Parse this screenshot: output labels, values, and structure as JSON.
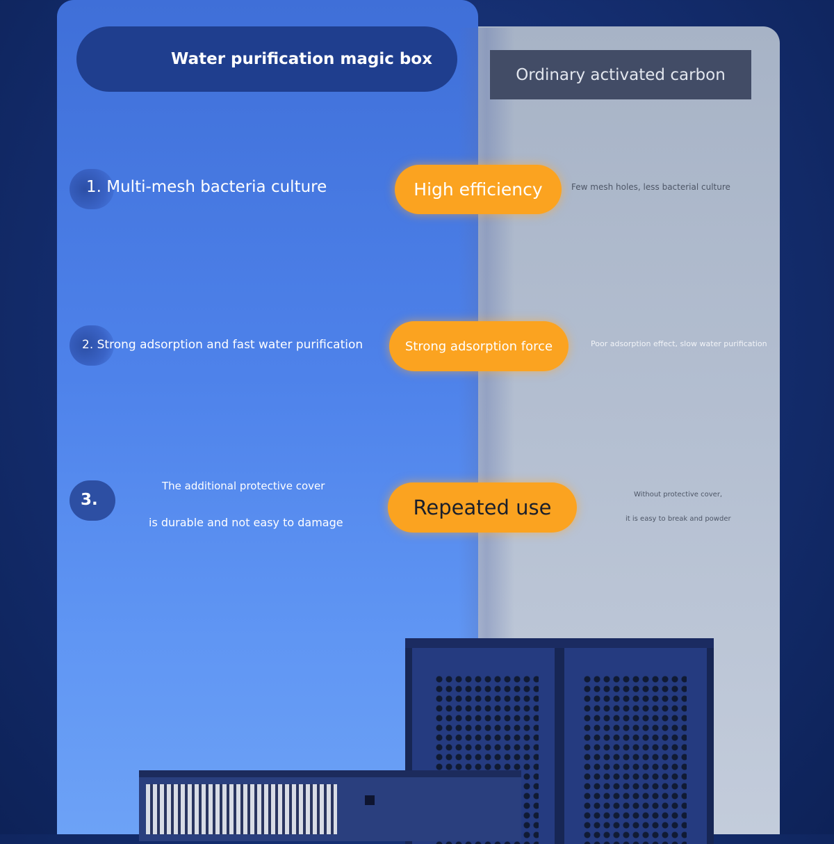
{
  "header": {
    "left_title": "Water purification magic box",
    "right_title": "Ordinary activated carbon"
  },
  "rows": [
    {
      "feature": "1. Multi-mesh bacteria culture",
      "badge": "High efficiency",
      "comparison": "Few mesh holes, less bacterial culture"
    },
    {
      "feature": "2. Strong adsorption and fast water purification",
      "badge": "Strong adsorption force",
      "comparison": "Poor adsorption effect, slow water purification"
    },
    {
      "number": "3.",
      "feature_line1": "The additional protective cover",
      "feature_line2": "is durable and not easy to damage",
      "badge": "Repeated use",
      "comparison_line1": "Without protective cover,",
      "comparison_line2": "it is easy to break and powder"
    }
  ],
  "colors": {
    "left_panel": "#4e82ea",
    "right_panel": "#b4bfd1",
    "badge": "#fba320",
    "title_pill": "#1f3e8e",
    "title_box_right": "#424c66"
  },
  "product": {
    "image": "filter-box-icon"
  }
}
